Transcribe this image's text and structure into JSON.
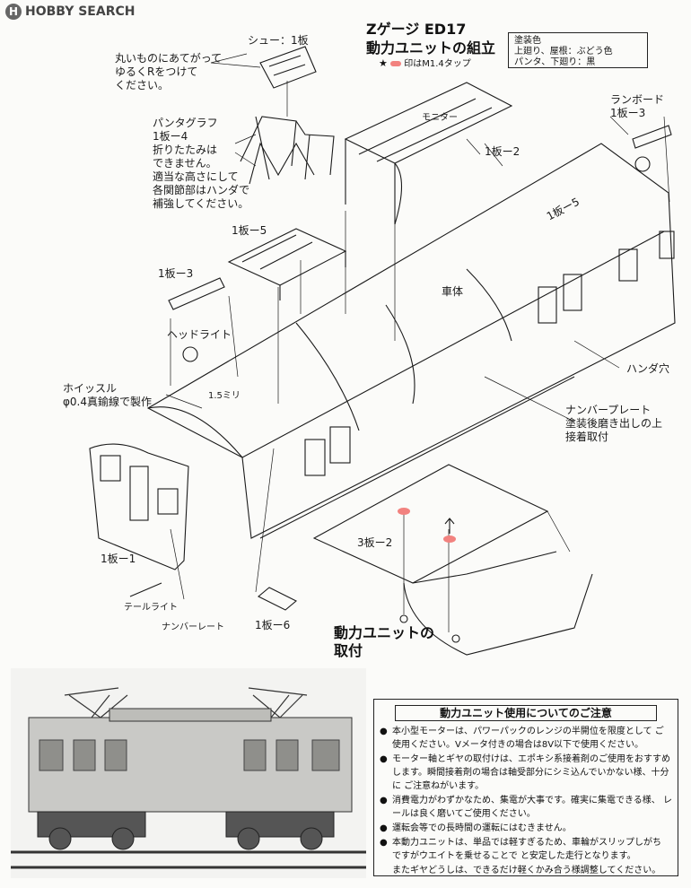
{
  "logo": {
    "text": "HOBBY SEARCH",
    "mark": "H"
  },
  "title": {
    "line1": "Zゲージ ED17",
    "line2": "動力ユニットの組立",
    "legend": "印はM1.4タップ"
  },
  "paint": {
    "heading": "塗装色",
    "line1": "上廻り、屋根：ぶどう色",
    "line2": "パンタ、下廻り：黒"
  },
  "labels": {
    "shoe": "シュー：1板",
    "shoe_note": [
      "丸いものにあてがって",
      "ゆるくRをつけて",
      "ください。"
    ],
    "panta": [
      "パンタグラフ",
      "1板ー4",
      "折りたたみは",
      "できません。",
      "適当な高さにして",
      "各関節部はハンダで",
      "補強してください。"
    ],
    "plate_1_5a": "1板ー5",
    "plate_1_3a": "1板ー3",
    "headlight": "ヘッドライト",
    "whistle": [
      "ホイッスル",
      "φ0.4真鍮線で製作"
    ],
    "dim": "1.5ミリ",
    "monitor": "モニター",
    "plate_1_2": "1板ー2",
    "runboard": [
      "ランボード",
      "1板ー3"
    ],
    "plate_1_5b": "1板ー5",
    "body": "車体",
    "solder_hole": "ハンダ穴",
    "number_plate": [
      "ナンバープレート",
      "塗装後磨き出しの上",
      "接着取付"
    ],
    "plate_3_2": "3板ー2",
    "plate_1_1": "1板ー1",
    "tail_light": "テールライト",
    "number_plate_small": "ナンバーレート",
    "plate_1_6": "1板ー6",
    "mount": [
      "動力ユニットの",
      "取付"
    ]
  },
  "notes": {
    "title": "動力ユニット使用についてのご注意",
    "items": [
      "本小型モーターは、パワーパックのレンジの半開位を限度として ご使用ください。Vメータ付きの場合は8V以下で使用ください。",
      "モーター軸とギヤの取付けは、エポキシ系接着剤のご使用をおすすめ します。瞬間接着剤の場合は軸受部分にシミ込んでいかない様、十分に ご注意ねがいます。",
      "消費電力がわずかなため、集電が大事です。確実に集電できる様、 レールは良く磨いてご使用ください。",
      "運転会等での長時間の運転にはむきません。",
      "本動力ユニットは、単品では軽すぎるため、車輪がスリップしがち ですがウエイトを乗せることで と安定した走行となります。"
    ],
    "last": "またギヤどうしは、できるだけ軽くかみ合う様調整してください。",
    "bullet": "●"
  },
  "colors": {
    "tap_marker": "#f2827f",
    "ink": "#1a1a1a"
  }
}
